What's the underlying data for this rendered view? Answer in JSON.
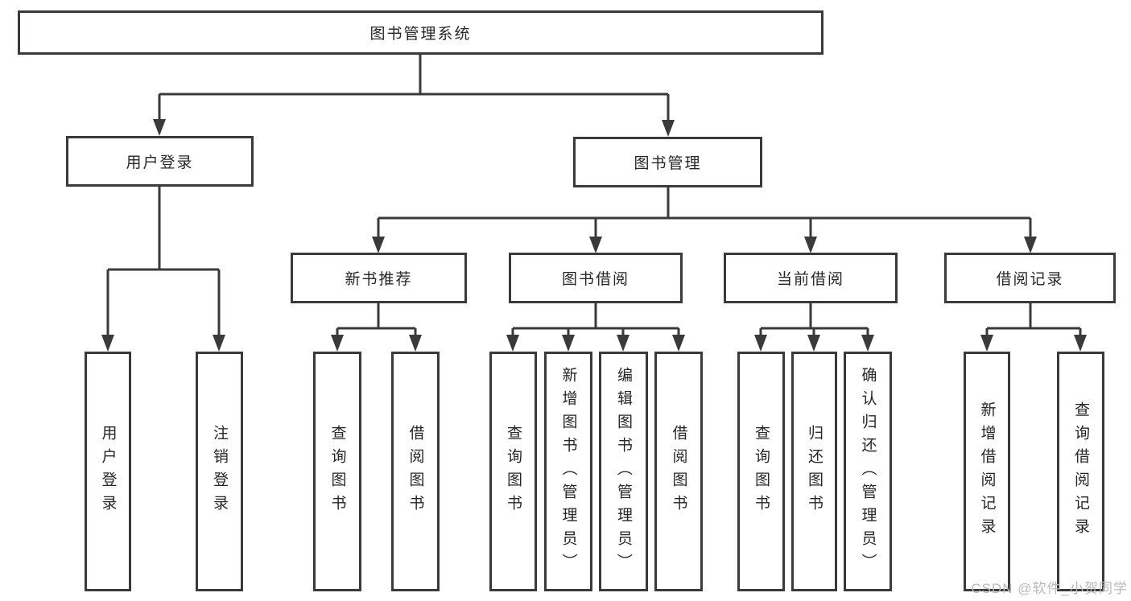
{
  "nodes": {
    "root": "图书管理系统",
    "user_login": "用户登录",
    "book_mgmt": "图书管理",
    "new_book_rec": "新书推荐",
    "book_borrow": "图书借阅",
    "current_borrow": "当前借阅",
    "borrow_records": "借阅记录",
    "ul_login": "用户登录",
    "ul_logout": "注销登录",
    "nbr_query": "查询图书",
    "nbr_borrow": "借阅图书",
    "bb_query": "查询图书",
    "bb_add": "新增图书（管理员）",
    "bb_edit": "编辑图书（管理员）",
    "bb_borrow": "借阅图书",
    "cb_query": "查询图书",
    "cb_return": "归还图书",
    "cb_confirm": "确认归还（管理员）",
    "br_add": "新增借阅记录",
    "br_query": "查询借阅记录"
  },
  "colors": {
    "line": "#3a3a3a",
    "text": "#262626",
    "watermark": "#b9b9b9"
  },
  "watermark": "CSDN @软件_小贺同学"
}
